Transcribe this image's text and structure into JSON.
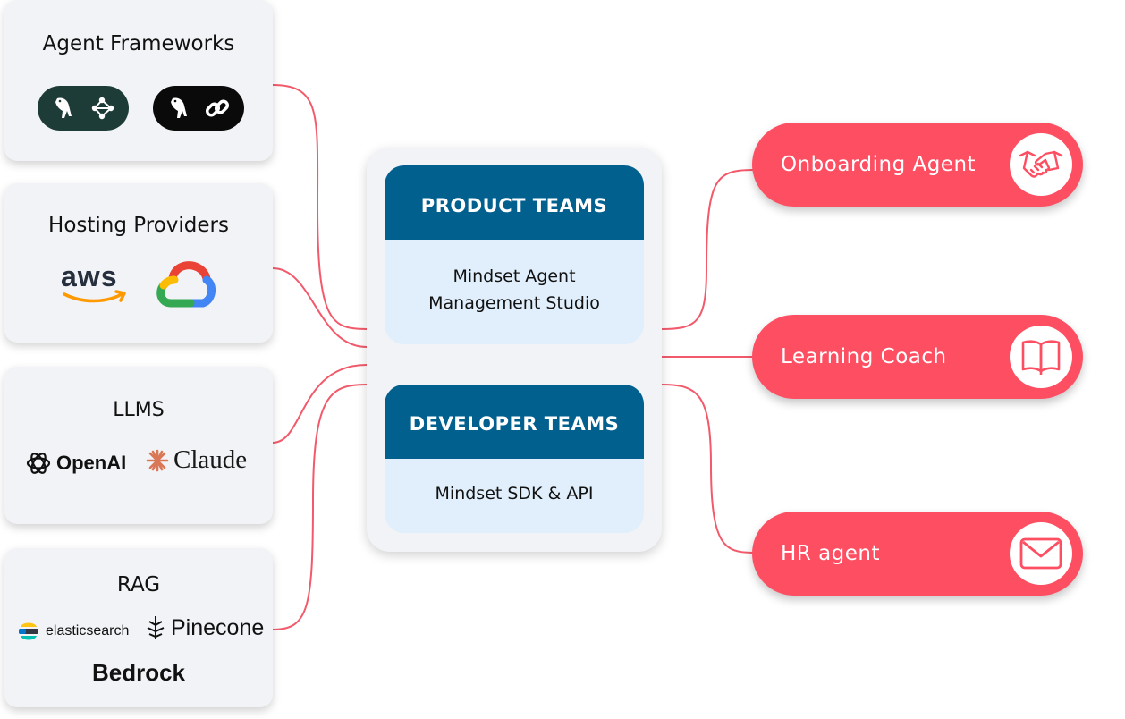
{
  "categories": [
    {
      "title": "Agent Frameworks"
    },
    {
      "title": "Hosting Providers",
      "logos": [
        "aws"
      ]
    },
    {
      "title": "LLMS",
      "logos": [
        "OpenAI",
        "Claude"
      ]
    },
    {
      "title": "RAG",
      "logos": [
        "elasticsearch",
        "Pinecone",
        "Bedrock"
      ]
    }
  ],
  "teams": [
    {
      "header": "PRODUCT TEAMS",
      "body_line1": "Mindset Agent",
      "body_line2": "Management Studio"
    },
    {
      "header": "DEVELOPER TEAMS",
      "body_line1": "Mindset SDK & API"
    }
  ],
  "agents": [
    {
      "label": "Onboarding Agent",
      "icon": "handshake-icon"
    },
    {
      "label": "Learning Coach",
      "icon": "book-icon"
    },
    {
      "label": "HR agent",
      "icon": "envelope-icon"
    }
  ],
  "colors": {
    "connector": "#f25a6b",
    "agent_bg": "#fe4e62",
    "team_header": "#02608f",
    "team_body": "#e0effb",
    "card_bg": "#f2f3f6"
  }
}
